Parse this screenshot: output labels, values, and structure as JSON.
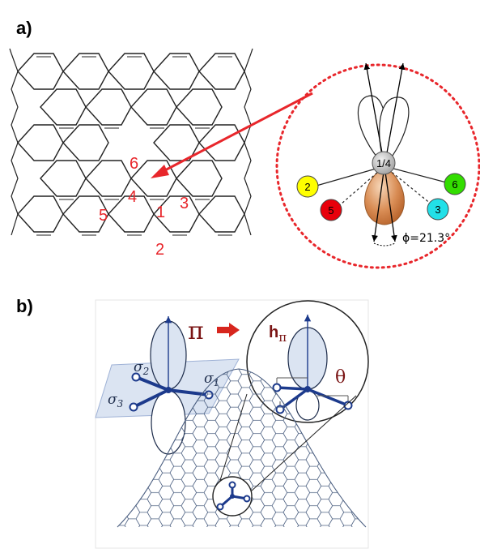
{
  "panel_a": {
    "label": "a)",
    "tube_atom_labels": [
      "6",
      "4",
      "5",
      "1",
      "3",
      "2"
    ],
    "center_atom_label": "1/4",
    "neighbor_atoms": [
      {
        "label": "2",
        "color": "#ffff00"
      },
      {
        "label": "5",
        "color": "#e8000b"
      },
      {
        "label": "6",
        "color": "#33dd00"
      },
      {
        "label": "3",
        "color": "#22e0e8"
      }
    ],
    "angle_label": "ϕ=21.3°",
    "accent_color": "#e8262b"
  },
  "panel_b": {
    "label": "b)",
    "pi_label": "π",
    "h_label": "h",
    "h_sub": "π",
    "theta_label": "θ",
    "sigma_labels": [
      {
        "base": "σ",
        "sub": "2"
      },
      {
        "base": "σ",
        "sub": "1"
      },
      {
        "base": "σ",
        "sub": "3"
      }
    ],
    "arrow_color": "#d7261e",
    "bond_color": "#1c3a8c"
  }
}
